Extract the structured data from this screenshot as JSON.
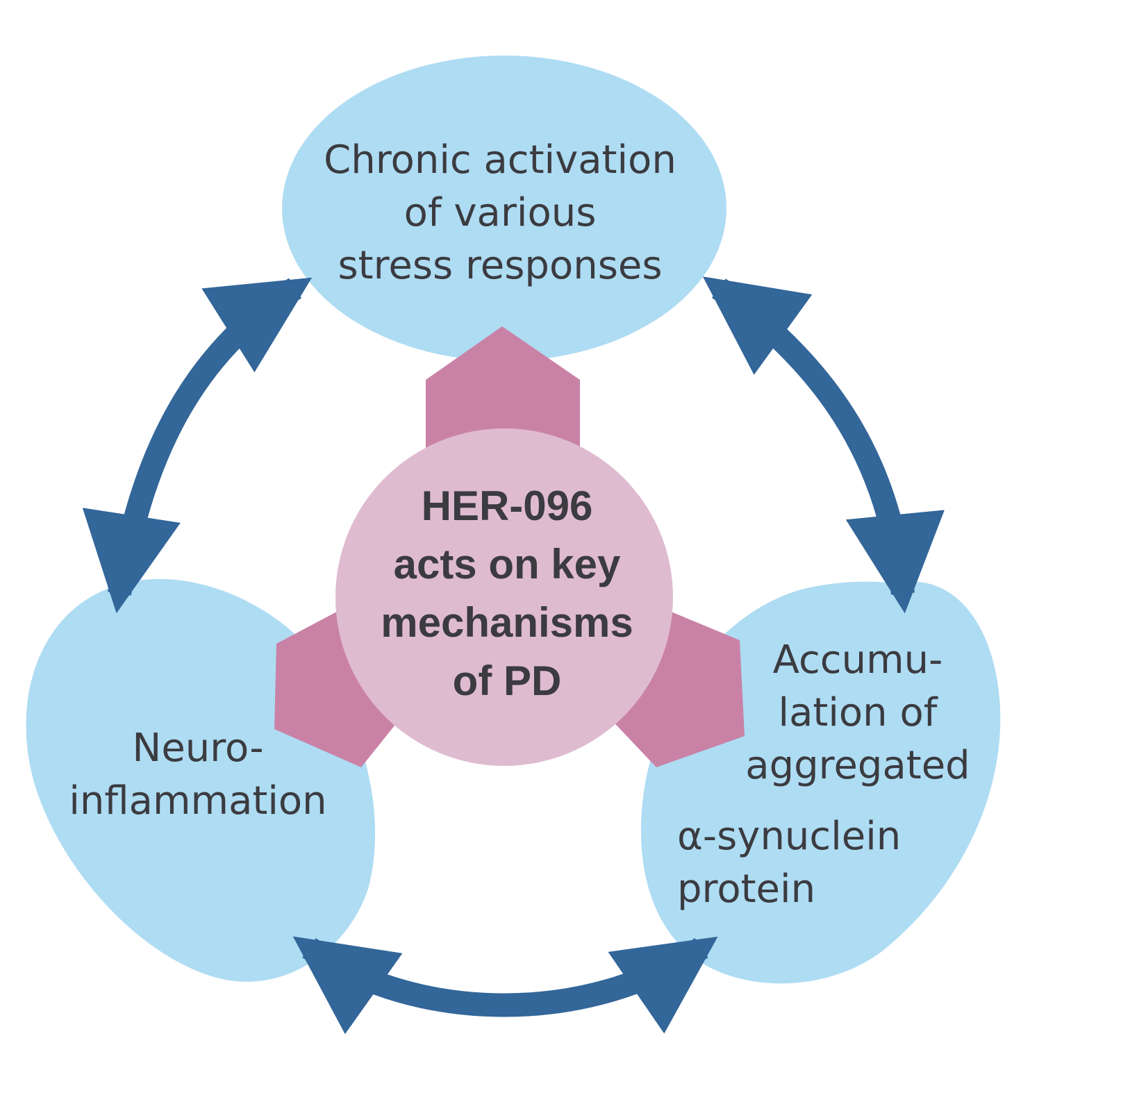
{
  "diagram": {
    "center": {
      "lines": [
        "HER-096",
        "acts on key",
        "mechanisms",
        "of PD"
      ]
    },
    "nodes": {
      "top": {
        "lines": [
          "Chronic activation",
          "of various",
          "stress responses"
        ]
      },
      "left": {
        "lines": [
          "Neuro-",
          "inflammation"
        ]
      },
      "right": {
        "lines_upper": [
          "Accumu-",
          "lation of",
          "aggregated"
        ],
        "lines_lower": [
          "α-synuclein",
          "protein"
        ]
      }
    },
    "colors": {
      "node_fill": "#aedcf3",
      "arrow": "#336699",
      "hexagon": "#c982a6",
      "center_circle": "#dfbbd0",
      "text": "#3b3b40"
    }
  }
}
